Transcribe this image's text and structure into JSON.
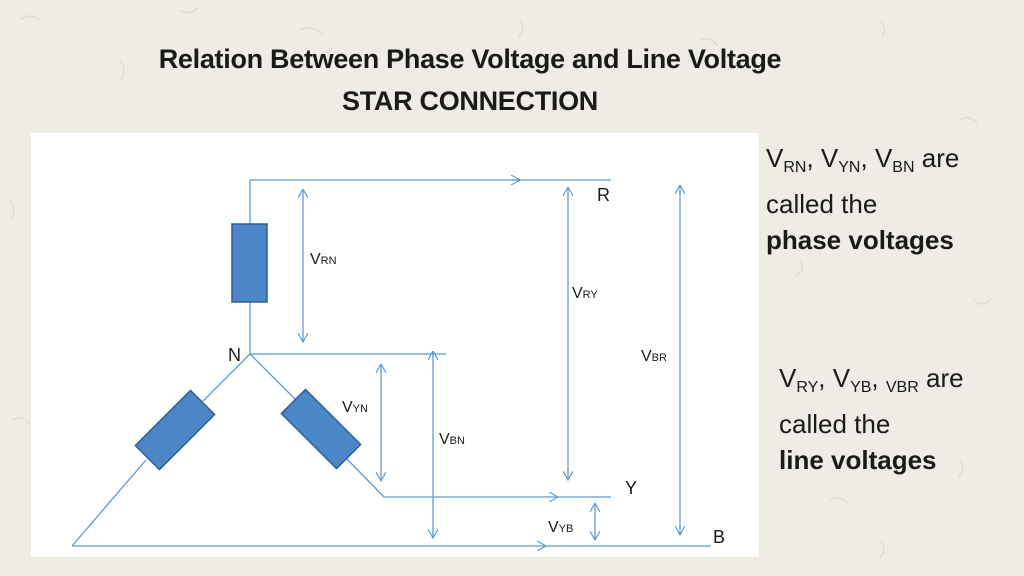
{
  "slide": {
    "title_line1": "Relation Between Phase Voltage and Line Voltage",
    "title_line2": "STAR CONNECTION"
  },
  "diagram": {
    "node_labels": {
      "r": "R",
      "y": "Y",
      "b": "B",
      "n": "N"
    },
    "voltage_labels": {
      "vrn": {
        "main": "V",
        "sub": "RN"
      },
      "vyn": {
        "main": "V",
        "sub": "YN"
      },
      "vbn": {
        "main": "V",
        "sub": "BN"
      },
      "vry": {
        "main": "V",
        "sub": "RY"
      },
      "vbr": {
        "main": "V",
        "sub": "BR"
      },
      "vyb": {
        "main": "V",
        "sub": "YB"
      }
    },
    "colors": {
      "wire": "#5b9bd5",
      "winding_fill": "#4a86c8",
      "winding_stroke": "#2f5f8f"
    }
  },
  "notes": {
    "phase": {
      "v1": "V",
      "s1": "RN",
      "sep1": ", ",
      "v2": "V",
      "s2": "YN",
      "sep2": ", ",
      "v3": "V",
      "s3": "BN",
      "tail": " are",
      "line2": "called the",
      "bold": "phase voltages"
    },
    "line": {
      "v1": "V",
      "s1": "RY",
      "sep1": ", ",
      "v2": "V",
      "s2": "YB",
      "sep2": ", ",
      "s3": "VBR",
      "tail": " are",
      "line2": "called the",
      "bold": "line voltages"
    }
  }
}
